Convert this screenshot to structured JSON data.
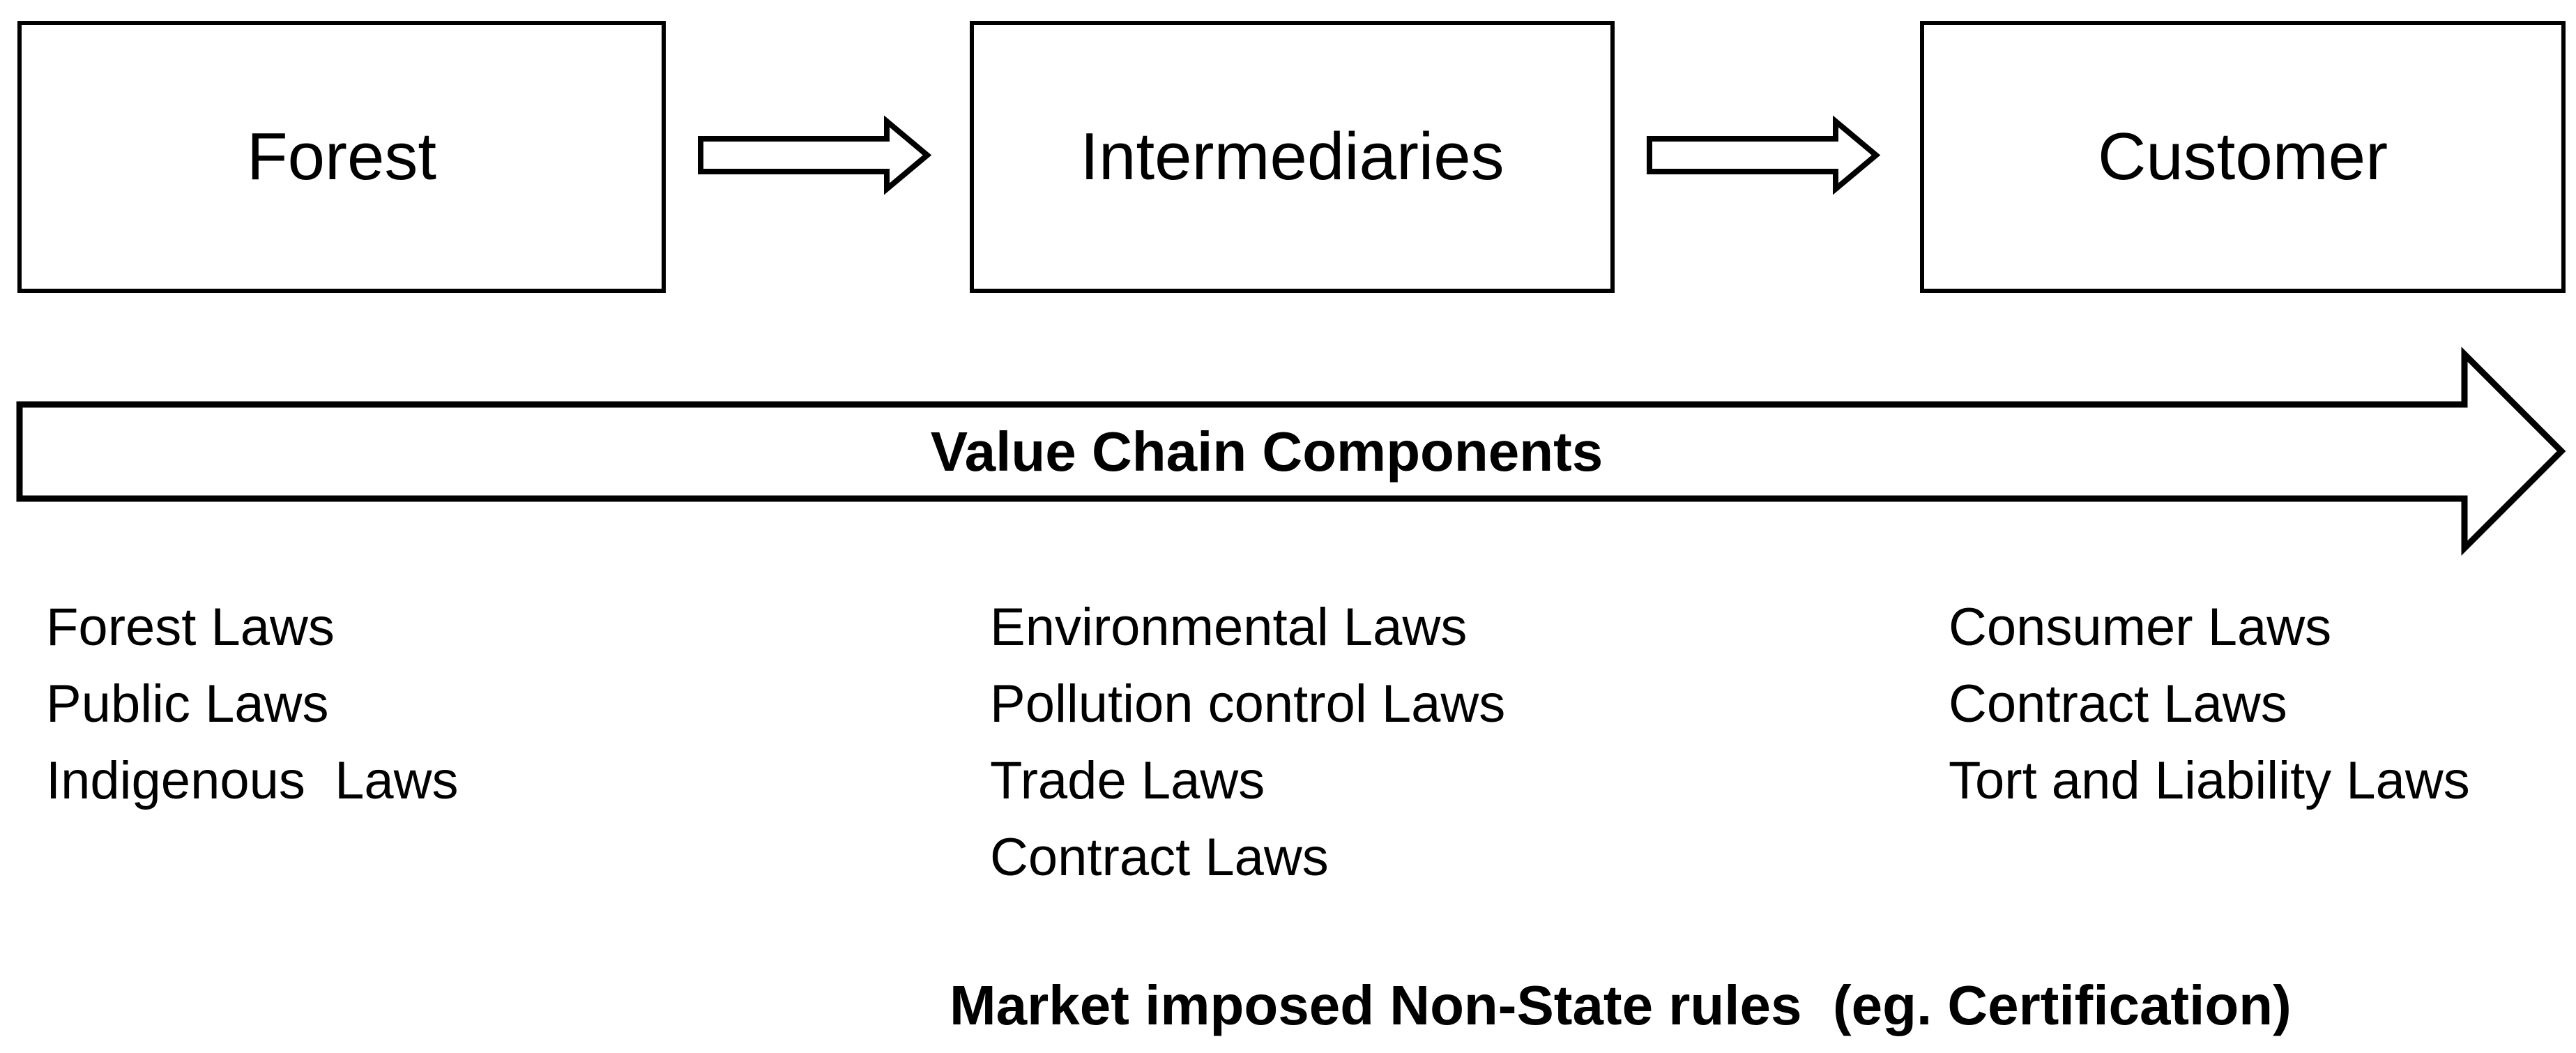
{
  "flow": {
    "boxes": [
      {
        "label": "Forest"
      },
      {
        "label": "Intermediaries"
      },
      {
        "label": "Customer"
      }
    ]
  },
  "value_chain": {
    "label": "Value Chain Components"
  },
  "laws": {
    "columns": [
      {
        "items": [
          "Forest Laws",
          "Public Laws",
          "Indigenous  Laws"
        ]
      },
      {
        "items": [
          "Environmental Laws",
          "Pollution control Laws",
          "Trade Laws",
          "Contract Laws"
        ]
      },
      {
        "items": [
          "Consumer Laws",
          "Contract Laws",
          "Tort and Liability Laws"
        ]
      }
    ]
  },
  "footer": {
    "text": "Market imposed Non-State rules  (eg. Certification)"
  },
  "colors": {
    "stroke": "#000000",
    "background": "#ffffff"
  }
}
